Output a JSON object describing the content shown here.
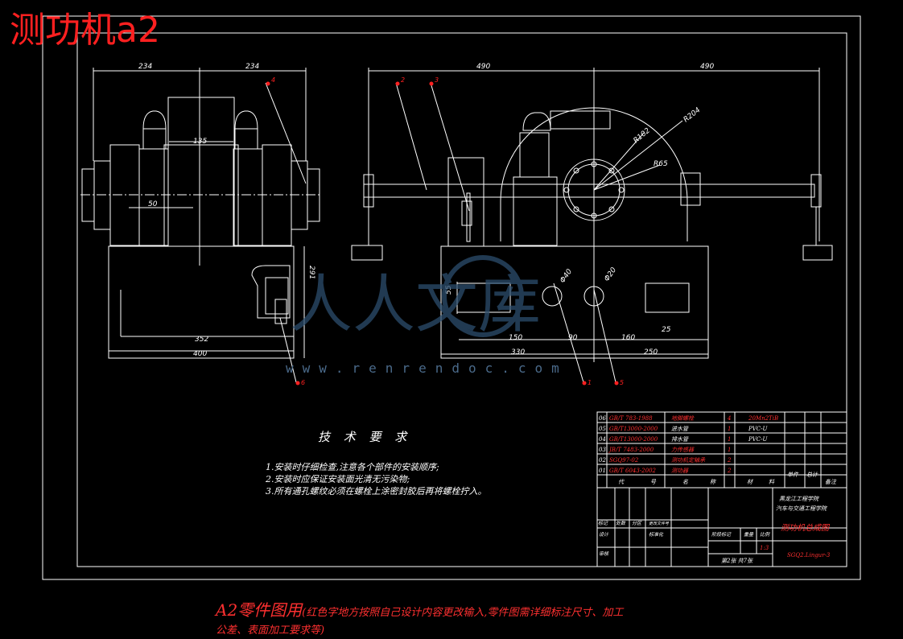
{
  "page_title": "测功机a2",
  "dimensions": {
    "side_left": "234",
    "side_right": "234",
    "top_left": "490",
    "top_right": "490",
    "d135": "135",
    "d50": "50",
    "d291": "291",
    "d352": "352",
    "d400": "400",
    "d55": "55",
    "d150": "150",
    "d90": "90",
    "d160": "160",
    "d25": "25",
    "d330": "330",
    "d250": "250",
    "r102": "R102",
    "r204": "R204",
    "r65": "R65",
    "phi40": "Φ40",
    "phi20": "Φ20"
  },
  "balloons": [
    "4",
    "2",
    "3",
    "6",
    "1",
    "5"
  ],
  "tech_requirements": {
    "title": "技 术 要 求",
    "notes": [
      "1.安装时仔细检查,注意各个部件的安装顺序;",
      "2.安装时应保证安装面光清无污染物;",
      "3.所有通孔螺纹必须在螺栓上涂密封胶后再将螺栓拧入。"
    ]
  },
  "parts_list": [
    {
      "no": "06",
      "code": "GB/T 783-1988",
      "name": "地脚螺栓",
      "qty": "4",
      "material": "20Mn2TiB"
    },
    {
      "no": "05",
      "code": "GB/T13000-2000",
      "name": "进水管",
      "qty": "1",
      "material": "PVC-U"
    },
    {
      "no": "04",
      "code": "GB/T13000-2000",
      "name": "排水管",
      "qty": "1",
      "material": "PVC-U"
    },
    {
      "no": "03",
      "code": "JB/T 7483-2000",
      "name": "力传感器",
      "qty": "1",
      "material": ""
    },
    {
      "no": "02",
      "code": "SGQ97-02",
      "name": "测功机定轴承",
      "qty": "2",
      "material": ""
    },
    {
      "no": "01",
      "code": "GB/T 6043-2002",
      "name": "测功器",
      "qty": "2",
      "material": ""
    }
  ],
  "parts_header": [
    "代",
    "号",
    "名",
    "称",
    "材",
    "料",
    "单件",
    "总计",
    "备注"
  ],
  "title_block": {
    "school": "黑龙江工程学院",
    "dept": "汽车与交通工程学院",
    "drawing_name": "测功机总成图",
    "drawing_no": "SGQ2.Lingur-3",
    "scale": "1:3",
    "sheet": "第2张  共7张",
    "labels": {
      "mark": "标记",
      "count": "处数",
      "zone": "分区",
      "change_doc": "更改文件号",
      "design": "设计",
      "standard": "标准化",
      "stage": "阶段标记",
      "weight": "重量",
      "ratio": "比例",
      "review": "审核"
    }
  },
  "bottom_note": {
    "big": "A2零件图用",
    "small1": "(红色字地方按照自己设计内容更改输入,零件图需详细标注尺寸、加工",
    "small2": "公差、表面加工要求等)"
  },
  "watermark": {
    "text": "人人文库",
    "url": "www.renrendoc.com"
  },
  "colors": {
    "line": "#ffffff",
    "red": "#ff2020",
    "table_red": "#ff3030",
    "watermark": "#2c4e6e"
  }
}
